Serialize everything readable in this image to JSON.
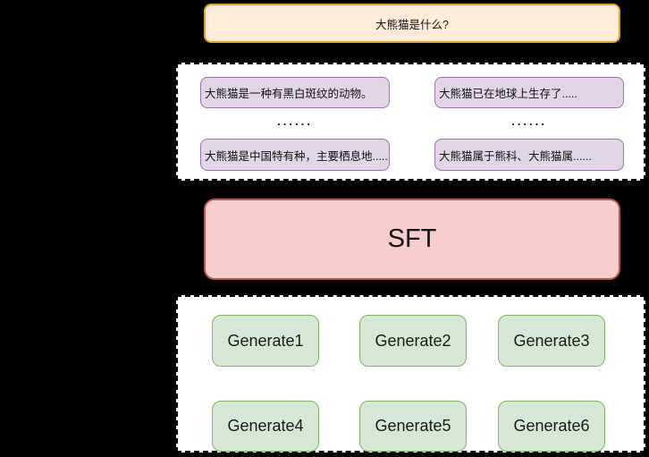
{
  "diagram_title": "SFT data generation diagram",
  "colors": {
    "background": "#000000",
    "question_fill": "#ffecd9",
    "question_border": "#dfa32a",
    "answer_fill": "#e1d5e7",
    "answer_border": "#9673a6",
    "sft_fill": "#f8cecc",
    "sft_border": "#b85450",
    "generate_fill": "#d5e8d4",
    "generate_border": "#82b366",
    "panel_fill": "#ffffff",
    "panel_border": "#000000"
  },
  "question": {
    "text": "大熊猫是什么?"
  },
  "answers": {
    "items": [
      {
        "text": "大熊猫是一种有黑白斑纹的动物。"
      },
      {
        "text": "大熊猫已在地球上生存了....."
      },
      {
        "text": "大熊猫是中国特有种，主要栖息地......"
      },
      {
        "text": "大熊猫属于熊科、大熊猫属......"
      }
    ],
    "ellipsis_left": "......",
    "ellipsis_right": "......"
  },
  "sft": {
    "label": "SFT"
  },
  "generate": {
    "items": [
      {
        "label": "Generate1"
      },
      {
        "label": "Generate2"
      },
      {
        "label": "Generate3"
      },
      {
        "label": "Generate4"
      },
      {
        "label": "Generate5"
      },
      {
        "label": "Generate6"
      }
    ]
  }
}
